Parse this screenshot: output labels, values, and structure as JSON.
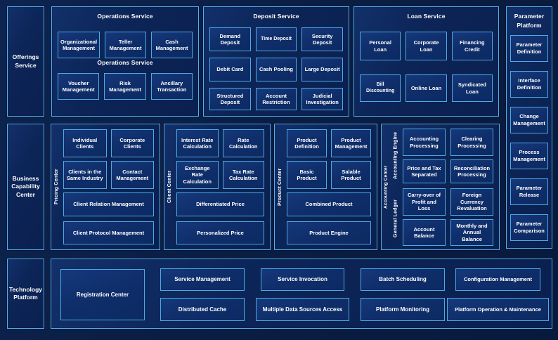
{
  "colors": {
    "background": "#0a1d42",
    "panel_fill": "#0c2456",
    "box_fill": "#0e2c66",
    "border_blue": "#55aee6",
    "text": "#ffffff"
  },
  "offerings": {
    "label": "Offerings Service",
    "operations": {
      "title": "Operations Service",
      "subtitle": "Operations Service",
      "row1": [
        "Organizational Management",
        "Teller Management",
        "Cash Management"
      ],
      "row2": [
        "Voucher Management",
        "Risk Management",
        "Ancillary Transaction"
      ]
    },
    "deposit": {
      "title": "Deposit Service",
      "items": [
        "Demand Deposit",
        "Time Deposit",
        "Security Deposit",
        "Debit Card",
        "Cash Pooling",
        "Large Deposit",
        "Structured Deposit",
        "Account Restriction",
        "Judicial Investigation"
      ]
    },
    "loan": {
      "title": "Loan Service",
      "items": [
        "Personal Loan",
        "Corporate Loan",
        "Financing Credit",
        "Bill Discounting",
        "Online Loan",
        "Syndicated Loan"
      ]
    }
  },
  "parameter_platform": {
    "title": "Parameter Platform",
    "items": [
      "Parameter Definition",
      "Interface Definition",
      "Change Management",
      "Process Management",
      "Parameter Release",
      "Parameter Comparison"
    ]
  },
  "business": {
    "label": "Business Capability Center",
    "pricing_center": {
      "label": "Pricing Center",
      "pairs": [
        "Individual Clients",
        "Corporate Clients",
        "Clients in the Same Industry",
        "Contact Management"
      ],
      "wide": [
        "Client Relation Management",
        "Client Protocol Management"
      ]
    },
    "client_center": {
      "label": "Client Center",
      "pairs": [
        "Interest Rate Calculation",
        "Rate Calculation",
        "Exchange Rate Calculation",
        "Tax Rate Calculation"
      ],
      "wide": [
        "Differentiated Price",
        "Personalized Price"
      ]
    },
    "product_center": {
      "label": "Product Center",
      "pairs": [
        "Product Definition",
        "Product Management",
        "Basic Product",
        "Salable Product"
      ],
      "wide": [
        "Combined Product",
        "Product Engine"
      ]
    },
    "accounting_center": {
      "label": "Accounting Center",
      "engine_label": "Accounting Engine",
      "ledger_label": "General Ledger",
      "engine_items": [
        "Accounting Processing",
        "Clearing Processing",
        "Price and Tax Separated",
        "Reconciliation Processing"
      ],
      "ledger_items": [
        "Carry-over of Profit and Loss",
        "Foreign Currency Revaluation",
        "Account Balance",
        "Monthly and Annual Balance"
      ]
    }
  },
  "technology": {
    "label": "Technology Platform",
    "registration": "Registration Center",
    "row1": [
      "Service Management",
      "Service Invocation",
      "Batch Scheduling",
      "Configuration Management"
    ],
    "row2": [
      "Distributed Cache",
      "Multiple Data Sources Access",
      "Platform Monitoring",
      "Platform Operation & Maintenance"
    ]
  }
}
